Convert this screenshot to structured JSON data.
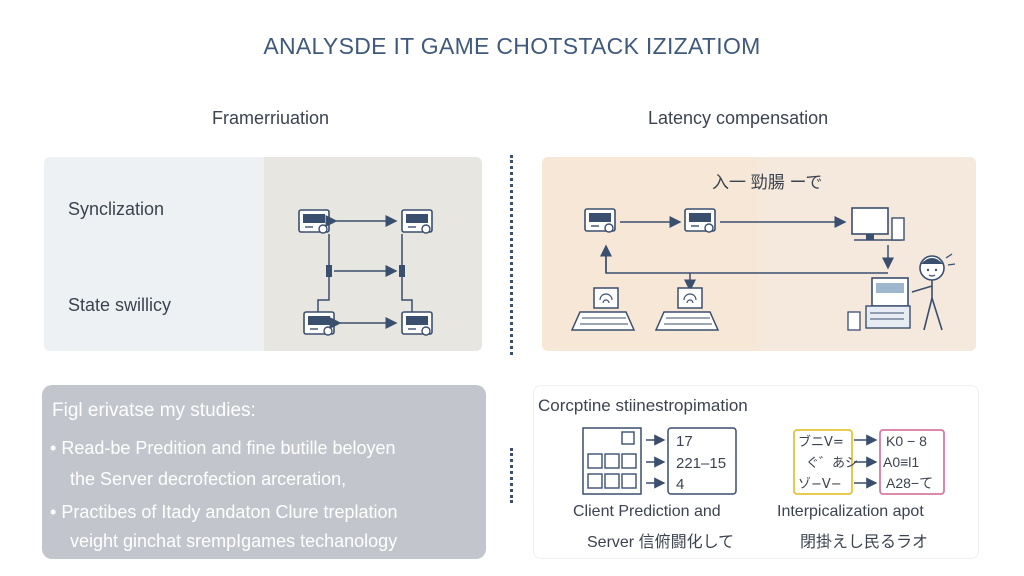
{
  "title": "ANALYSDE IT GAME CHOTSTACK IZIZATIOM",
  "top_left": {
    "heading": "Framerriuation",
    "labels": [
      "Synclization",
      "State swillicy"
    ]
  },
  "top_right": {
    "heading": "Latency compensation",
    "banner": "入一 勁腸 ーで"
  },
  "bottom_left": {
    "heading": "Figl erivatse my studies:",
    "bullets": [
      {
        "marker": "•",
        "line1": "Read-be Predition and fine butille beloyen",
        "line2": "the Server decrofection arceration,"
      },
      {
        "marker": "•",
        "line1": "Practibes of Itady andaton Clure treplation",
        "line2": "veight ginchat srempIgames techanology"
      }
    ]
  },
  "bottom_right": {
    "heading": "Corcptine stiinestropimation",
    "table_left": {
      "header_cell": "□",
      "values": [
        "17",
        "221–15",
        "4"
      ]
    },
    "table_right": {
      "left_rows": [
        "ブニV=",
        "ぐ゛あシ",
        "ゾ−V−"
      ],
      "right_rows": [
        "K0 − 8",
        "A0≡l1",
        "A28−て"
      ]
    },
    "captions": [
      {
        "line1": "Client Prediction and",
        "line2": "Server 信俯闘化して"
      },
      {
        "line1": "Interpicalization apot",
        "line2": "閉掛えし民るラオ"
      }
    ]
  },
  "colors": {
    "title": "#3f5a7c",
    "panel_left": "#eef1f3",
    "panel_right": "#f7e7d6",
    "panel_bottom_left": "#c2c6cc",
    "icon_stroke": "#3a4f6e",
    "accent_yellow": "#e8c23a",
    "accent_pink": "#d77aa0"
  },
  "icons": [
    "monitor-icon",
    "laptop-icon",
    "desktop-computer-icon",
    "person-icon",
    "server-icon",
    "wifi-icon",
    "arrow-icon"
  ]
}
